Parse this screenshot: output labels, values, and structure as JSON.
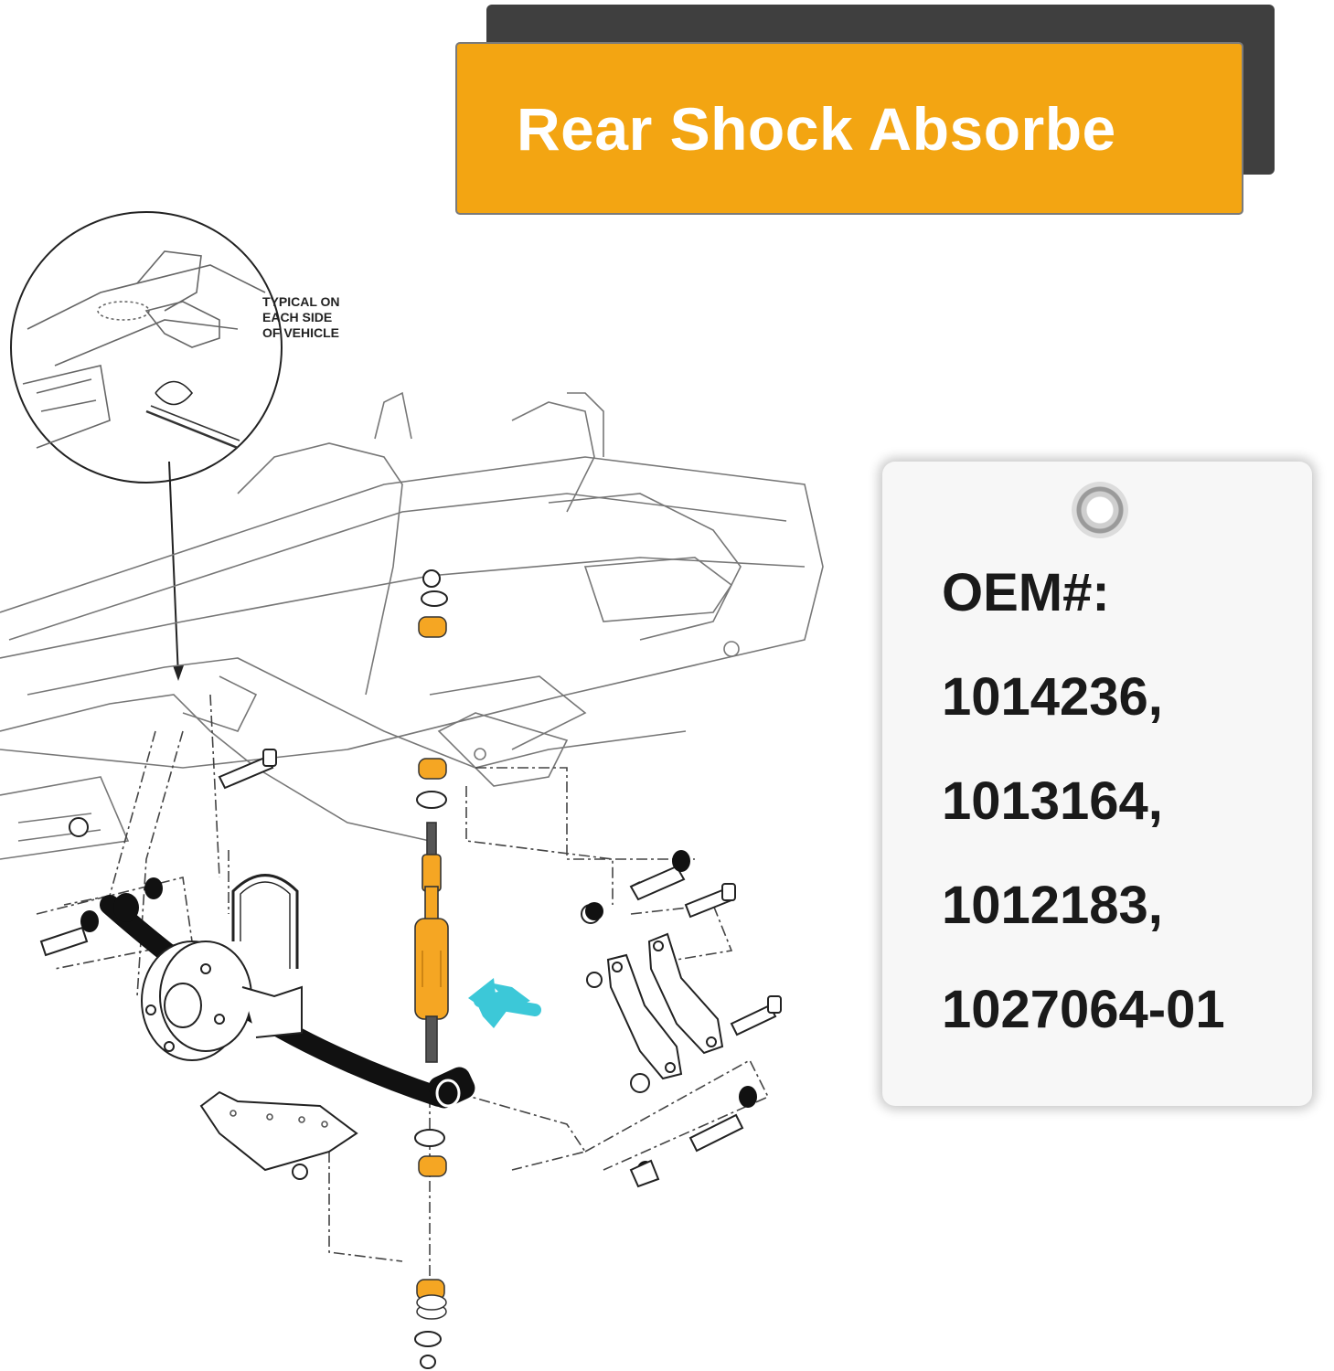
{
  "banner": {
    "title": "Rear Shock Absorbe"
  },
  "diagram": {
    "callout_note": [
      "TYPICAL ON",
      "EACH SIDE",
      "OF VEHICLE"
    ]
  },
  "tag": {
    "lines": [
      "OEM#:",
      "1014236,",
      "1013164,",
      "1012183,",
      "1027064-01"
    ]
  },
  "colors": {
    "accent": "#f3a512",
    "banner_shadow": "#3f3f3f",
    "highlight_arrow": "#3cc8d8",
    "shock_orange": "#f5a623"
  }
}
